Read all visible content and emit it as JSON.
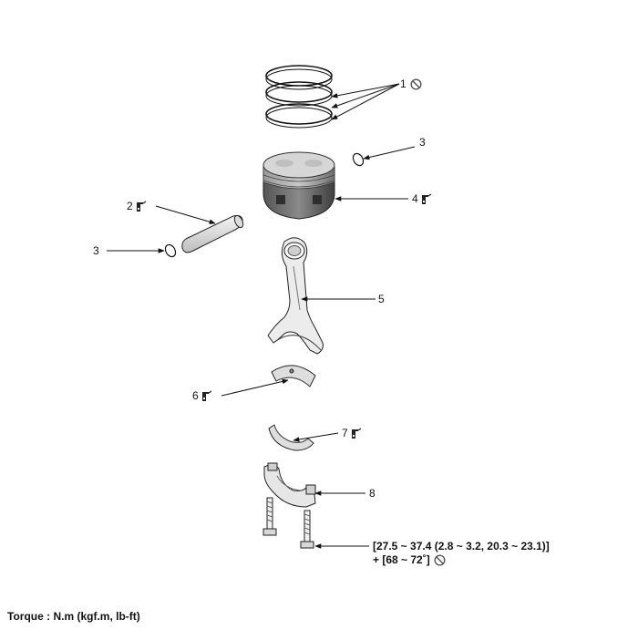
{
  "callouts": {
    "c1": "1",
    "c2": "2",
    "c3_right": "3",
    "c3_left": "3",
    "c4": "4",
    "c5": "5",
    "c6": "6",
    "c7": "7",
    "c8": "8"
  },
  "torque_spec": {
    "line1": "[27.5 ~ 37.4 (2.8 ~ 3.2, 20.3 ~ 23.1)]",
    "line2": "+ [68 ~ 72˚]"
  },
  "torque_unit": "Torque : N.m (kgf.m, lb-ft)",
  "icons": {
    "replace": "no-reuse-icon",
    "lubricate": "oil-can-icon"
  }
}
